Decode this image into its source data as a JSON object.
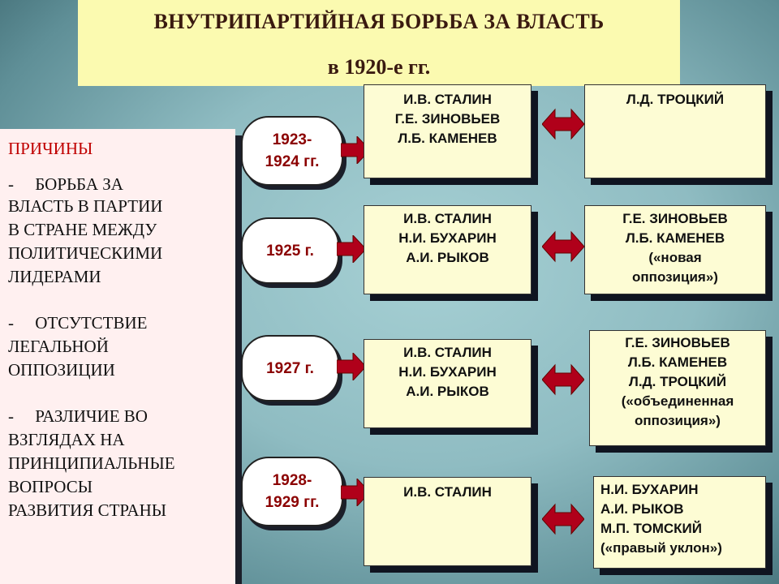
{
  "title": {
    "line1": "ВНУТРИПАРТИЙНАЯ БОРЬБА ЗА ВЛАСТЬ",
    "line2": "в 1920-е гг."
  },
  "reasons": {
    "heading": "ПРИЧИНЫ",
    "lines": [
      "-     БОРЬБА ЗА",
      "ВЛАСТЬ В ПАРТИИ",
      "В СТРАНЕ МЕЖДУ",
      "ПОЛИТИЧЕСКИМИ",
      "ЛИДЕРАМИ",
      "-     ОТСУТСТВИЕ",
      "ЛЕГАЛЬНОЙ",
      "ОППОЗИЦИИ",
      "-     РАЗЛИЧИЕ ВО",
      "ВЗГЛЯДАХ НА",
      "ПРИНЦИПИАЛЬНЫЕ",
      "ВОПРОСЫ",
      "РАЗВИТИЯ СТРАНЫ"
    ]
  },
  "periods": [
    {
      "year": "1923-\n1924 гг.",
      "winners": "И.В. СТАЛИН\nГ.Е. ЗИНОВЬЕВ\nЛ.Б. КАМЕНЕВ",
      "opponents": "Л.Д. ТРОЦКИЙ"
    },
    {
      "year": "1925 г.",
      "winners": "И.В. СТАЛИН\nН.И. БУХАРИН\nА.И. РЫКОВ",
      "opponents": "Г.Е. ЗИНОВЬЕВ\nЛ.Б. КАМЕНЕВ\n(«новая\nоппозиция»)"
    },
    {
      "year": "1927 г.",
      "winners": "И.В. СТАЛИН\nН.И. БУХАРИН\nА.И. РЫКОВ",
      "opponents": "Г.Е. ЗИНОВЬЕВ\nЛ.Б. КАМЕНЕВ\nЛ.Д. ТРОЦКИЙ\n(«объединенная\nоппозиция»)"
    },
    {
      "year": "1928-\n1929 гг.",
      "winners": "И.В. СТАЛИН",
      "opponents": "Н.И. БУХАРИН\nА.И. РЫКОВ\nМ.П. ТОМСКИЙ\n(«правый уклон»)"
    }
  ],
  "colors": {
    "title_bg": "#fbfab0",
    "reasons_bg": "#fff0f0",
    "reasons_heading": "#c00000",
    "card_bg": "#fdfcd4",
    "arrow": "#b0001a",
    "year_text": "#8b0000"
  }
}
